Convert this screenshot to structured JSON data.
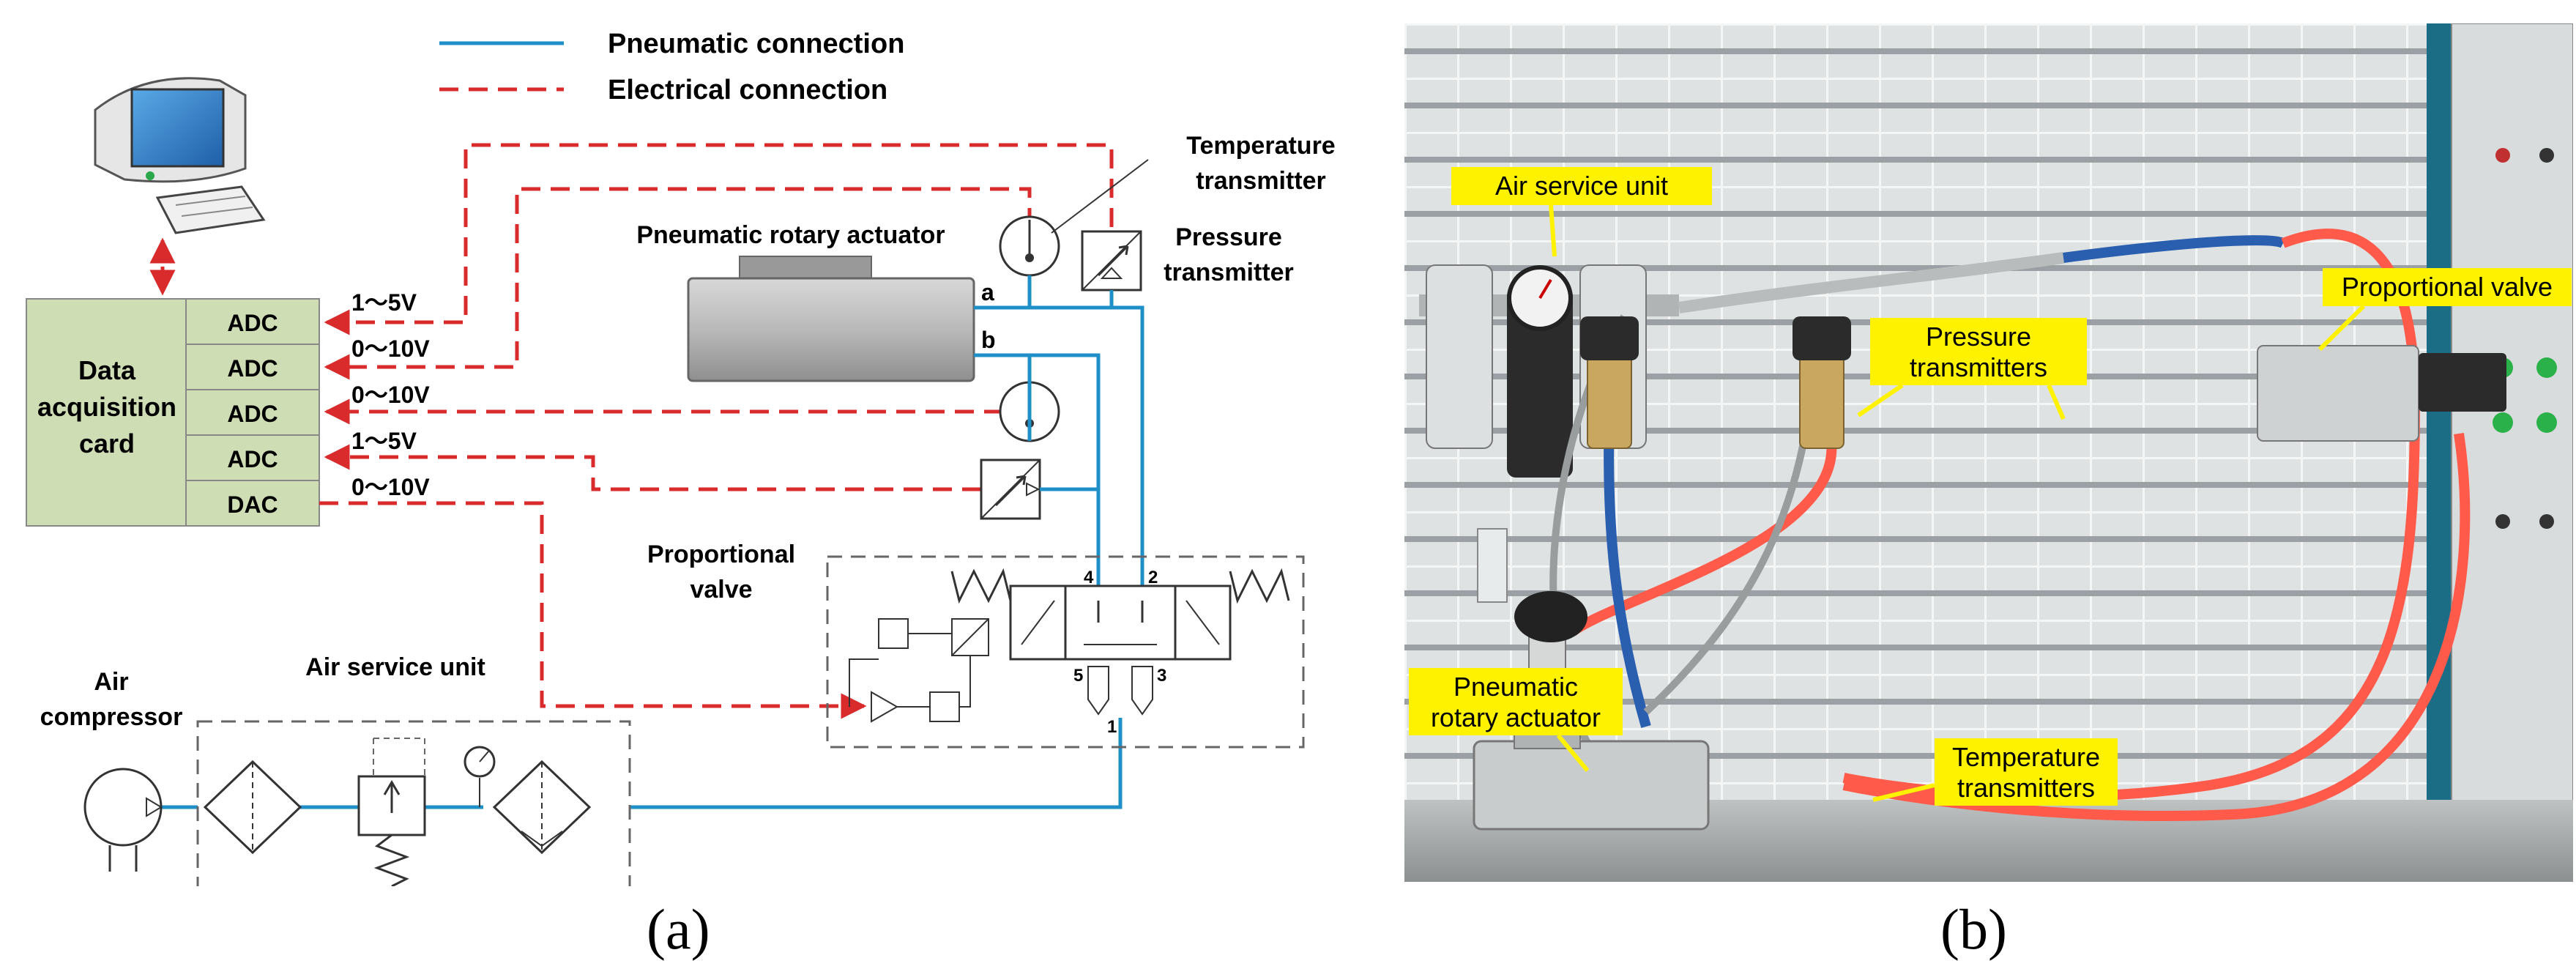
{
  "legend": {
    "pneumatic": "Pneumatic connection",
    "electrical": "Electrical connection"
  },
  "colors": {
    "pneumatic_line": "#1f8fc8",
    "electrical_line": "#d92b2b",
    "daq_fill": "#cfddb4",
    "label_bg": "#fff200"
  },
  "diagram_a": {
    "daq_title_lines": [
      "Data",
      "acquisition",
      "card"
    ],
    "channels": [
      "ADC",
      "ADC",
      "ADC",
      "ADC",
      "DAC"
    ],
    "signals": [
      "1～5V",
      "0～10V",
      "0～10V",
      "1～5V",
      "0～10V"
    ],
    "rotary_actuator": "Pneumatic rotary actuator",
    "port_a": "a",
    "port_b": "b",
    "temperature_transmitter_lines": [
      "Temperature",
      "transmitter"
    ],
    "pressure_transmitter_lines": [
      "Pressure",
      "transmitter"
    ],
    "proportional_valve_lines": [
      "Proportional",
      "valve"
    ],
    "air_service_unit": "Air service unit",
    "air_compressor_lines": [
      "Air",
      "compressor"
    ],
    "valve_ports": [
      "4",
      "2",
      "5",
      "3",
      "1"
    ],
    "caption": "(a)"
  },
  "photo_b": {
    "labels": {
      "air_service_unit": "Air service unit",
      "pressure_transmitters_lines": [
        "Pressure",
        "transmitters"
      ],
      "proportional_valve": "Proportional valve",
      "pneumatic_rotary_actuator_lines": [
        "Pneumatic",
        "rotary actuator"
      ],
      "temperature_transmitters_lines": [
        "Temperature",
        "transmitters"
      ]
    },
    "caption": "(b)"
  }
}
